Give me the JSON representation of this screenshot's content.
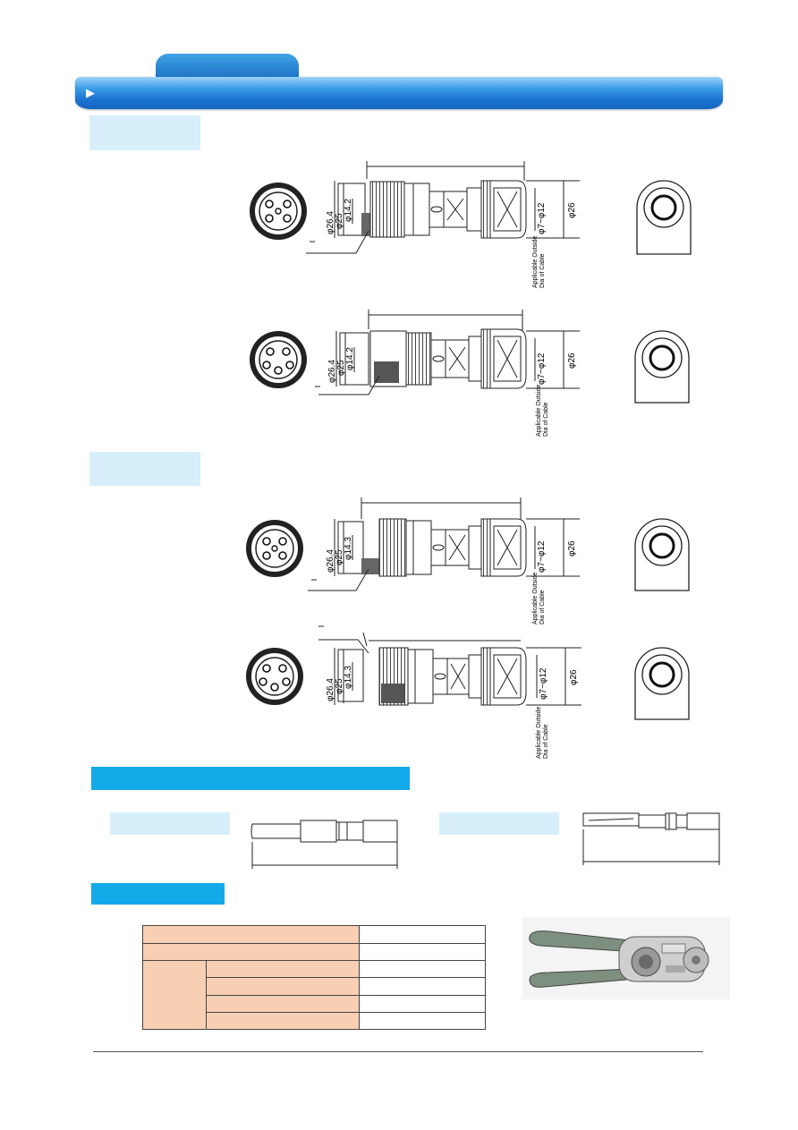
{
  "header": {
    "arrow_glyph": "▶"
  },
  "connectors": [
    {
      "id": "plug-a",
      "dims": [
        "φ26.4",
        "φ25",
        "φ14.2"
      ],
      "range": "φ7~φ12",
      "od": "φ26",
      "applicable": [
        "Applicable Outside",
        "Dia of Cable"
      ]
    },
    {
      "id": "plug-b",
      "dims": [
        "φ26.4",
        "φ25",
        "φ14.2"
      ],
      "range": "φ7~φ12",
      "od": "φ26",
      "applicable": [
        "Applicable Outside",
        "Dia of Cable"
      ]
    },
    {
      "id": "receptacle-a",
      "dims": [
        "φ26.4",
        "φ25",
        "φ14.3"
      ],
      "range": "φ7~φ12",
      "od": "φ26",
      "applicable": [
        "Applicable Outside",
        "Dia of Cable"
      ]
    },
    {
      "id": "receptacle-b",
      "dims": [
        "φ26.4",
        "φ25",
        "φ14.3"
      ],
      "range": "φ7~φ12",
      "od": "φ26",
      "applicable": [
        "Applicable Outside",
        "Dia of Cable"
      ]
    }
  ],
  "colors": {
    "banner_blue": "#1b72cf",
    "label_light_blue": "#d7eefb",
    "label_bright_blue": "#14aaea",
    "table_orange": "#f9cfb3"
  }
}
